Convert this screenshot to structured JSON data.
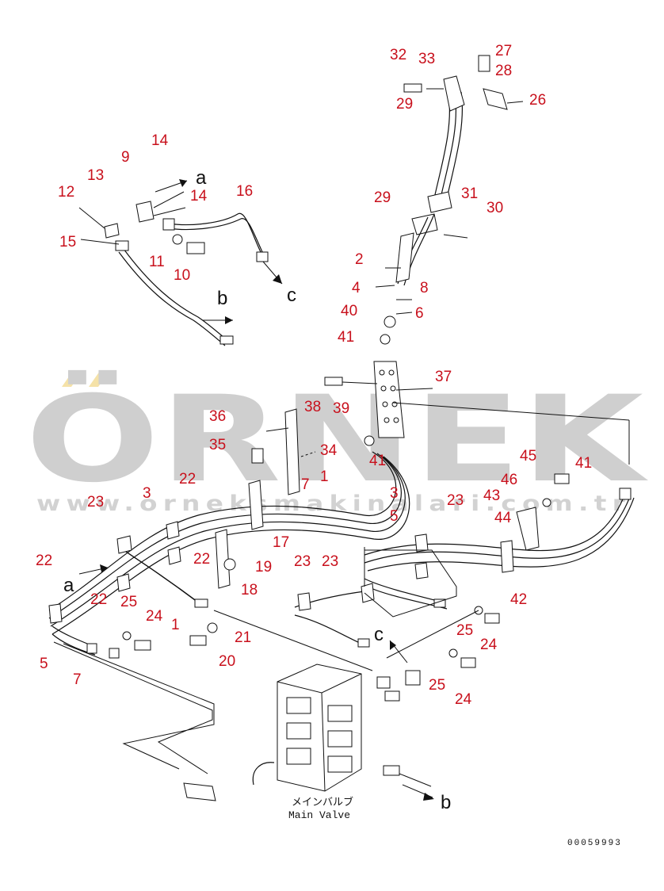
{
  "watermark": {
    "brand": "ÖRNEK",
    "url": "www.orneksmakinalari.com.tr",
    "accent": "#f5e2a8"
  },
  "caption": {
    "japanese": "メインバルブ",
    "english": "Main Valve"
  },
  "doc_number": "00059993",
  "arrow_letters": {
    "a1": "a",
    "a2": "a",
    "b1": "b",
    "b2": "b",
    "c1": "c",
    "c2": "c"
  },
  "callouts": [
    {
      "num": "27"
    },
    {
      "num": "28"
    },
    {
      "num": "32"
    },
    {
      "num": "33"
    },
    {
      "num": "29"
    },
    {
      "num": "26"
    },
    {
      "num": "29"
    },
    {
      "num": "31"
    },
    {
      "num": "30"
    },
    {
      "num": "2"
    },
    {
      "num": "4"
    },
    {
      "num": "8"
    },
    {
      "num": "40"
    },
    {
      "num": "6"
    },
    {
      "num": "41"
    },
    {
      "num": "37"
    },
    {
      "num": "38"
    },
    {
      "num": "39"
    },
    {
      "num": "41"
    },
    {
      "num": "36"
    },
    {
      "num": "35"
    },
    {
      "num": "34"
    },
    {
      "num": "7"
    },
    {
      "num": "1"
    },
    {
      "num": "3"
    },
    {
      "num": "5"
    },
    {
      "num": "45"
    },
    {
      "num": "41"
    },
    {
      "num": "46"
    },
    {
      "num": "43"
    },
    {
      "num": "44"
    },
    {
      "num": "23"
    },
    {
      "num": "42"
    },
    {
      "num": "14"
    },
    {
      "num": "9"
    },
    {
      "num": "13"
    },
    {
      "num": "14"
    },
    {
      "num": "16"
    },
    {
      "num": "12"
    },
    {
      "num": "15"
    },
    {
      "num": "11"
    },
    {
      "num": "10"
    },
    {
      "num": "22"
    },
    {
      "num": "23"
    },
    {
      "num": "3"
    },
    {
      "num": "17"
    },
    {
      "num": "22"
    },
    {
      "num": "19"
    },
    {
      "num": "18"
    },
    {
      "num": "22"
    },
    {
      "num": "22"
    },
    {
      "num": "25"
    },
    {
      "num": "24"
    },
    {
      "num": "1"
    },
    {
      "num": "21"
    },
    {
      "num": "20"
    },
    {
      "num": "5"
    },
    {
      "num": "7"
    },
    {
      "num": "23"
    },
    {
      "num": "23"
    },
    {
      "num": "25"
    },
    {
      "num": "24"
    },
    {
      "num": "25"
    },
    {
      "num": "24"
    }
  ]
}
